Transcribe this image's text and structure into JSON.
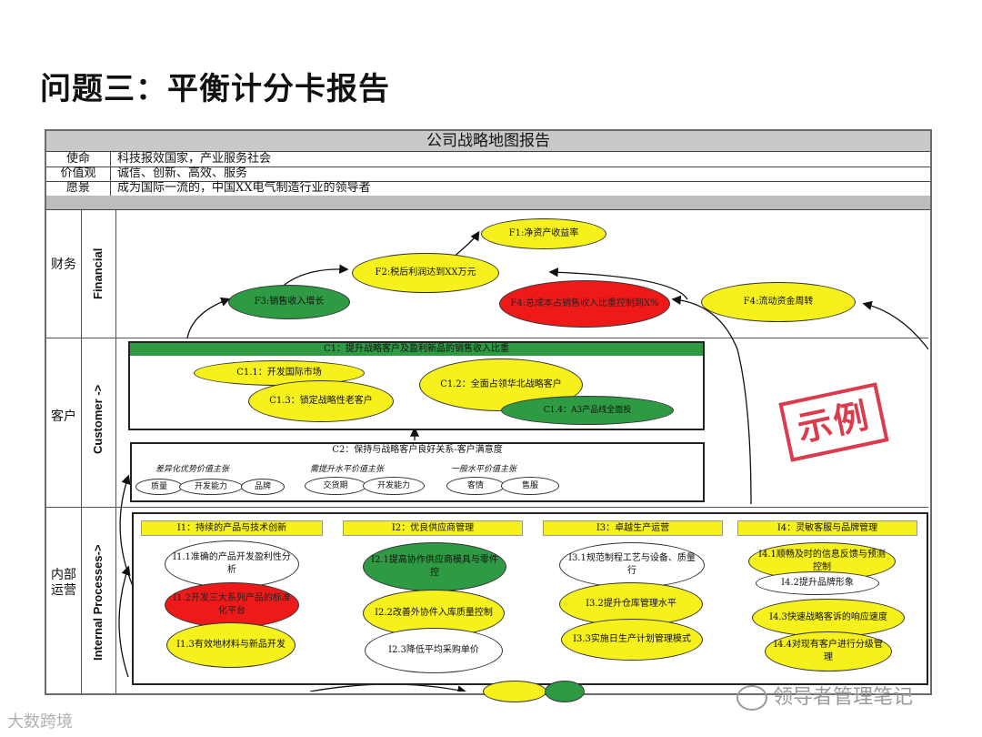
{
  "page_title": "问题三：平衡计分卡报告",
  "report": {
    "header": "公司战略地图报告",
    "rows": [
      {
        "key": "使命",
        "value": "科技报效国家，产业服务社会"
      },
      {
        "key": "价值观",
        "value": "诚信、创新、高效、服务"
      },
      {
        "key": "愿景",
        "value": "成为国际一流的，中国XX电气制造行业的领导者"
      }
    ]
  },
  "perspectives": {
    "financial": {
      "cn": "财务",
      "en": "Financial"
    },
    "customer": {
      "cn": "客户",
      "en": "Customer ->"
    },
    "internal": {
      "cn": "内部运营",
      "en": "Internal Processes->"
    }
  },
  "financial": {
    "f1": "F1:净资产收益率",
    "f2": "F2:税后利润达到XX万元",
    "f3": "F3:销售收入增长",
    "f4_red": "F4:总成本占销售收入比重控制到X%",
    "f4": "F4:流动资金周转"
  },
  "customer": {
    "c1_head": "C1：提升战略客户及盈利新品的销售收入比重",
    "c11": "C1.1：开发国际市场",
    "c12": "C1.2：全面占领华北战略客户",
    "c13": "C1.3：锁定战略性老客户",
    "c14": "C1.4：A3产品线全面投",
    "c2_head": "C2：保持与战略客户良好关系-客户满意度",
    "group1": "差异化优势价值主张",
    "group2": "需提升水平价值主张",
    "group3": "一般水平价值主张",
    "tags1": [
      "质量",
      "开发能力",
      "品牌"
    ],
    "tags2": [
      "交货期",
      "开发能力"
    ],
    "tags3": [
      "客情",
      "售服"
    ]
  },
  "internal": {
    "i1": {
      "head": "I1：持续的产品与技术创新",
      "items": [
        "I1.1准确的产品开发盈利性分析",
        "I1.2开发三大系列产品的标准化平台",
        "I1.3有效地材料与新品开发"
      ]
    },
    "i2": {
      "head": "I2：优良供应商管理",
      "items": [
        "I2.1提高协作供应商模具与零件控",
        "I2.2改善外协件入库质量控制",
        "I2.3降低平均采购单价"
      ]
    },
    "i3": {
      "head": "I3：卓越生产运营",
      "items": [
        "I3.1规范制程工艺与设备、质量行",
        "I3.2提升仓库管理水平",
        "I3.3实施日生产计划管理模式"
      ]
    },
    "i4": {
      "head": "I4：灵敏客服与品牌管理",
      "items": [
        "I4.1顺畅及时的信息反馈与预测控制",
        "I4.2提升品牌形象",
        "I4.3快速战略客诉的响应速度",
        "I4.4对现有客户进行分级管理"
      ]
    }
  },
  "stamp": "示例",
  "watermark_right": "领导者管理笔记",
  "watermark_left": "大数跨境",
  "colors": {
    "yellow": "#f6f01c",
    "green": "#2e9a44",
    "red": "#ee1a1a",
    "stamp": "#d8283a"
  }
}
